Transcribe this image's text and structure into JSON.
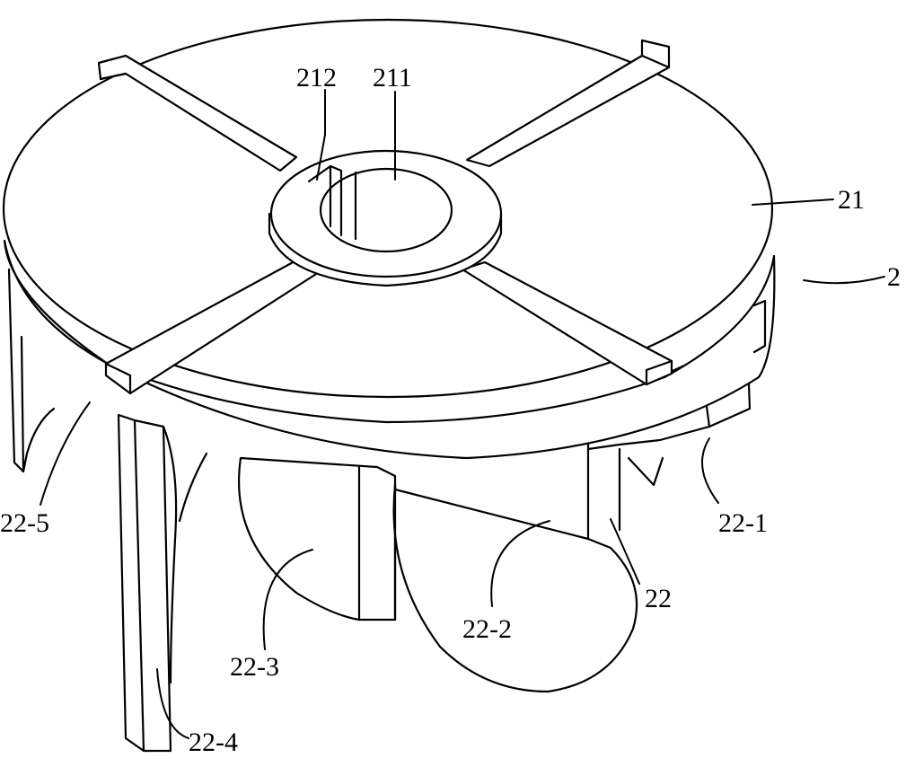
{
  "figure": {
    "labels": {
      "l212": "212",
      "l211": "211",
      "l21": "21",
      "l2": "2",
      "l22_1": "22-1",
      "l22": "22",
      "l22_2": "22-2",
      "l22_3": "22-3",
      "l22_4": "22-4",
      "l22_5": "22-5"
    },
    "line_color": "#000000",
    "background": "#ffffff"
  }
}
